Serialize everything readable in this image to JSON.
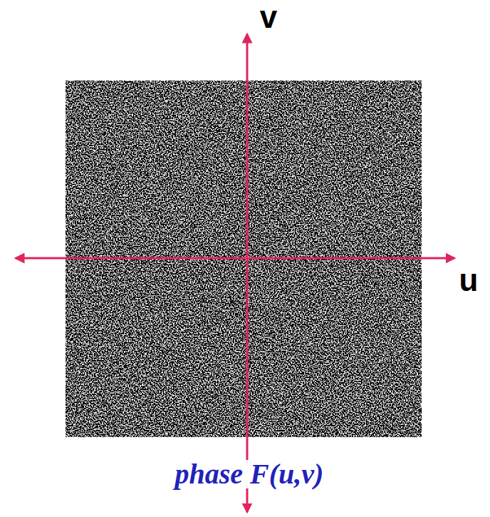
{
  "diagram": {
    "labels": [
      "v",
      "u",
      "phase F(u,v)"
    ]
  }
}
